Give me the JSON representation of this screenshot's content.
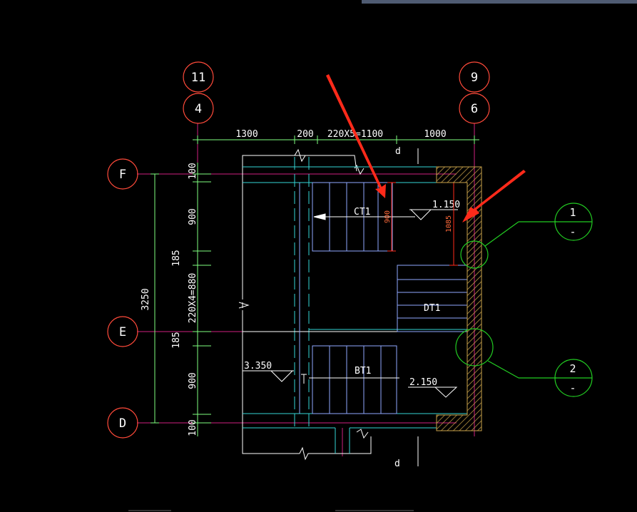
{
  "colors": {
    "background": "#000000",
    "axis": "#d0207f",
    "dim": "#7fff7f",
    "circle": "#ff4a3a",
    "wall": "#ffffff",
    "cyan": "#33d6d6",
    "stairs": "#8fa8ff",
    "red": "#ff2a1a",
    "hatch": "#c9a24a",
    "green": "#22cc22",
    "topbar": "#4f5b72"
  },
  "axes": {
    "top_left_upper": "11",
    "top_left_lower": "4",
    "top_right_upper": "9",
    "top_right_lower": "6",
    "left_top": "F",
    "left_mid": "E",
    "left_bottom": "D"
  },
  "dimensions": {
    "top": [
      "1300",
      "200",
      "220X5=1100",
      "1000"
    ],
    "left_inner": [
      "100",
      "900",
      "185",
      "220X4=880",
      "185",
      "900",
      "100"
    ],
    "left_total": "3250",
    "stair_red": "900",
    "landing_red": "1085"
  },
  "labels": {
    "ct1": "CT1",
    "dt1": "DT1",
    "bt1": "BT1",
    "d_top": "d",
    "d_bottom": "d"
  },
  "elevations": [
    "1.150",
    "3.350",
    "2.150"
  ],
  "callouts": [
    {
      "top": "1",
      "bottom": "-"
    },
    {
      "top": "2",
      "bottom": "-"
    }
  ]
}
